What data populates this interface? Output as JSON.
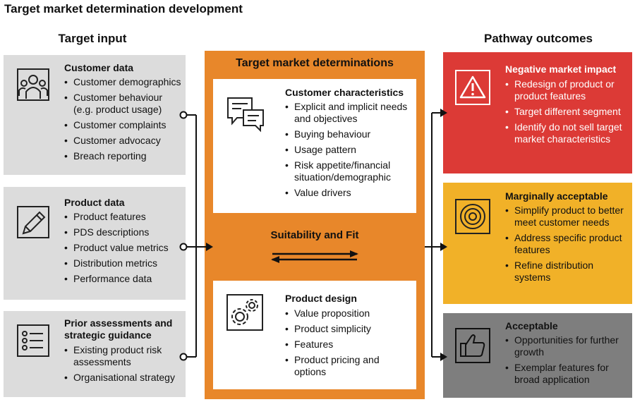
{
  "title": "Target market determination development",
  "columns": {
    "left": "Target input",
    "middle": "Target market determinations",
    "right": "Pathway outcomes"
  },
  "left_panels": [
    {
      "title": "Customer data",
      "icon": "people-icon",
      "items": [
        "Customer demographics",
        "Customer behaviour (e.g. product usage)",
        "Customer complaints",
        "Customer advocacy",
        "Breach reporting"
      ]
    },
    {
      "title": "Product data",
      "icon": "pencil-icon",
      "items": [
        "Product features",
        "PDS descriptions",
        "Product value metrics",
        "Distribution metrics",
        "Performance data"
      ]
    },
    {
      "title": "Prior assessments and strategic guidance",
      "icon": "checklist-icon",
      "items": [
        "Existing product risk assessments",
        "Organisational strategy"
      ]
    }
  ],
  "middle": {
    "customer_characteristics": {
      "title": "Customer characteristics",
      "icon": "chat-bubbles-icon",
      "items": [
        "Explicit and implicit needs and objectives",
        "Buying behaviour",
        "Usage pattern",
        "Risk appetite/financial situation/demographic",
        "Value drivers"
      ]
    },
    "suitability": "Suitability and Fit",
    "product_design": {
      "title": "Product design",
      "icon": "gears-icon",
      "items": [
        "Value proposition",
        "Product simplicity",
        "Features",
        "Product pricing and options"
      ]
    }
  },
  "right_panels": [
    {
      "title": "Negative market impact",
      "icon": "warning-icon",
      "color": "#dc3a36",
      "items": [
        "Redesign of product or product features",
        "Target different segment",
        "Identify do not sell target market characteristics"
      ]
    },
    {
      "title": "Marginally acceptable",
      "icon": "target-icon",
      "color": "#f1b128",
      "items": [
        "Simplify product to better meet customer needs",
        "Address specific product features",
        "Refine distribution systems"
      ]
    },
    {
      "title": "Acceptable",
      "icon": "thumbs-up-icon",
      "color": "#7e7e7e",
      "items": [
        "Opportunities for further growth",
        "Exemplar features for broad application"
      ]
    }
  ],
  "colors": {
    "orange": "#e8872a",
    "grey": "#dcdcdc",
    "red": "#dc3a36",
    "yellow": "#f1b128",
    "dark_grey": "#7e7e7e"
  }
}
